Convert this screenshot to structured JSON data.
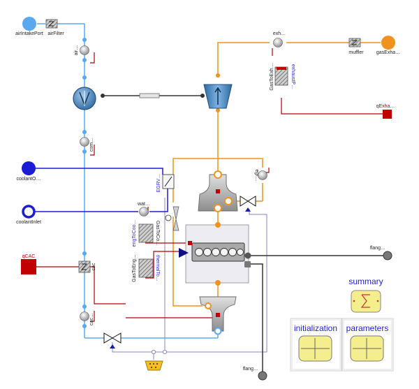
{
  "ports": {
    "air_intake": "airIntakePort",
    "gas_exhaust": "gasExha…",
    "q_exhaust": "qExha…",
    "coolant_outlet": "coolantO…",
    "coolant_inlet": "coolantInlet",
    "q_cac": "qCAC",
    "flange_shaft": "flang…",
    "flange_bottom": "flang…"
  },
  "components": {
    "air_filter": "airFilter",
    "air_sensor": "air…",
    "compressor_sensor": "com…",
    "cac": "cac",
    "cac_sensor": "cac…",
    "exhaust_sensor": "exh…",
    "muffler": "muffler",
    "gas_to_exhaust_pipe": "GasToExh…",
    "exhaust_pipe": "exhaustP…",
    "egr_sensor": "egr…",
    "egr_valve": "EGRV…",
    "water_sensor": "wat…",
    "eng_to_coolant": "engToCoo…",
    "gas_to_coolant": "GasToCo…",
    "thermal_to": "thermalTo…",
    "gas_to_eng": "GasToEng…"
  },
  "blocks": {
    "summary": "summary",
    "initialization": "initialization",
    "parameters": "parameters"
  },
  "colors": {
    "air": "#5aa8f0",
    "exhaust": "#f0921e",
    "coolant": "#1c1cd6",
    "heat": "#b00000",
    "mechanical": "#333333",
    "signal": "#8a84c9",
    "component_fill": "#bdbdbd",
    "block_fill": "#f4ee8c"
  }
}
